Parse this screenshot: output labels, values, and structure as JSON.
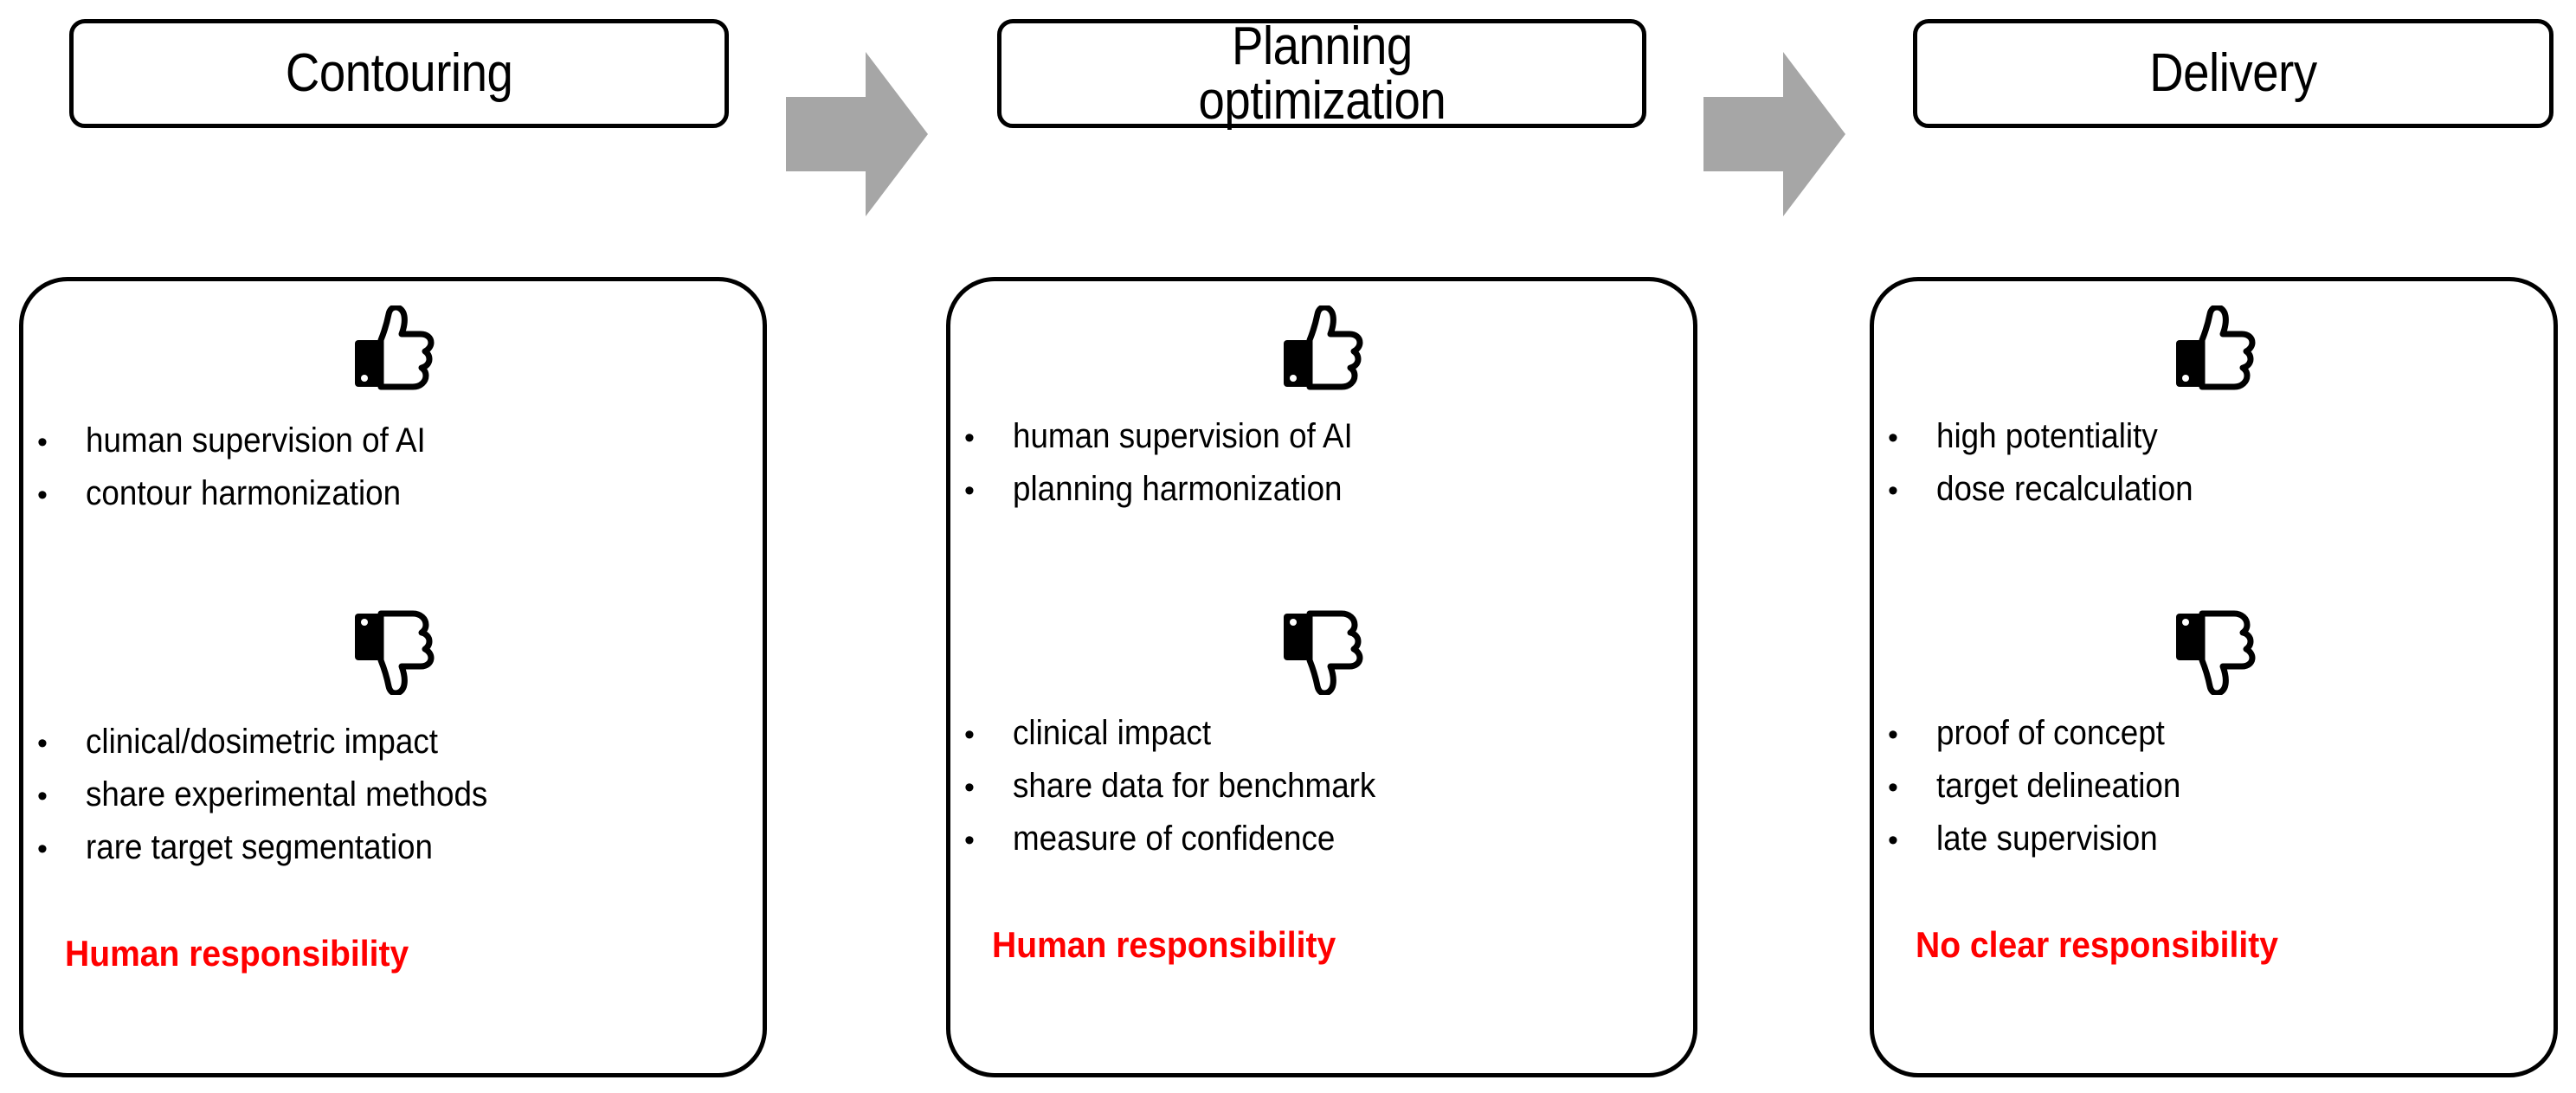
{
  "diagram": {
    "title_colors": {
      "text": "#000000",
      "border": "#000000",
      "arrow": "#A6A6A6",
      "responsibility": "#FF0000",
      "background": "#FFFFFF"
    },
    "arrow_icon_name": "right-arrow-icon",
    "thumbs_up_icon_name": "thumbs-up-icon",
    "thumbs_down_icon_name": "thumbs-down-icon",
    "bullet_glyph": "•"
  },
  "stages": [
    {
      "header": "Contouring",
      "pros": [
        "human supervision of AI",
        "contour harmonization"
      ],
      "cons": [
        "clinical/dosimetric impact",
        "share experimental methods",
        "rare target segmentation"
      ],
      "responsibility": "Human responsibility"
    },
    {
      "header": "Planning\noptimization",
      "pros": [
        "human supervision of AI",
        "planning harmonization"
      ],
      "cons": [
        "clinical impact",
        "share data for benchmark",
        "measure of confidence"
      ],
      "responsibility": "Human responsibility"
    },
    {
      "header": "Delivery",
      "pros": [
        "high potentiality",
        "dose recalculation"
      ],
      "cons": [
        "proof of concept",
        "target delineation",
        "late supervision"
      ],
      "responsibility": "No clear responsibility"
    }
  ]
}
